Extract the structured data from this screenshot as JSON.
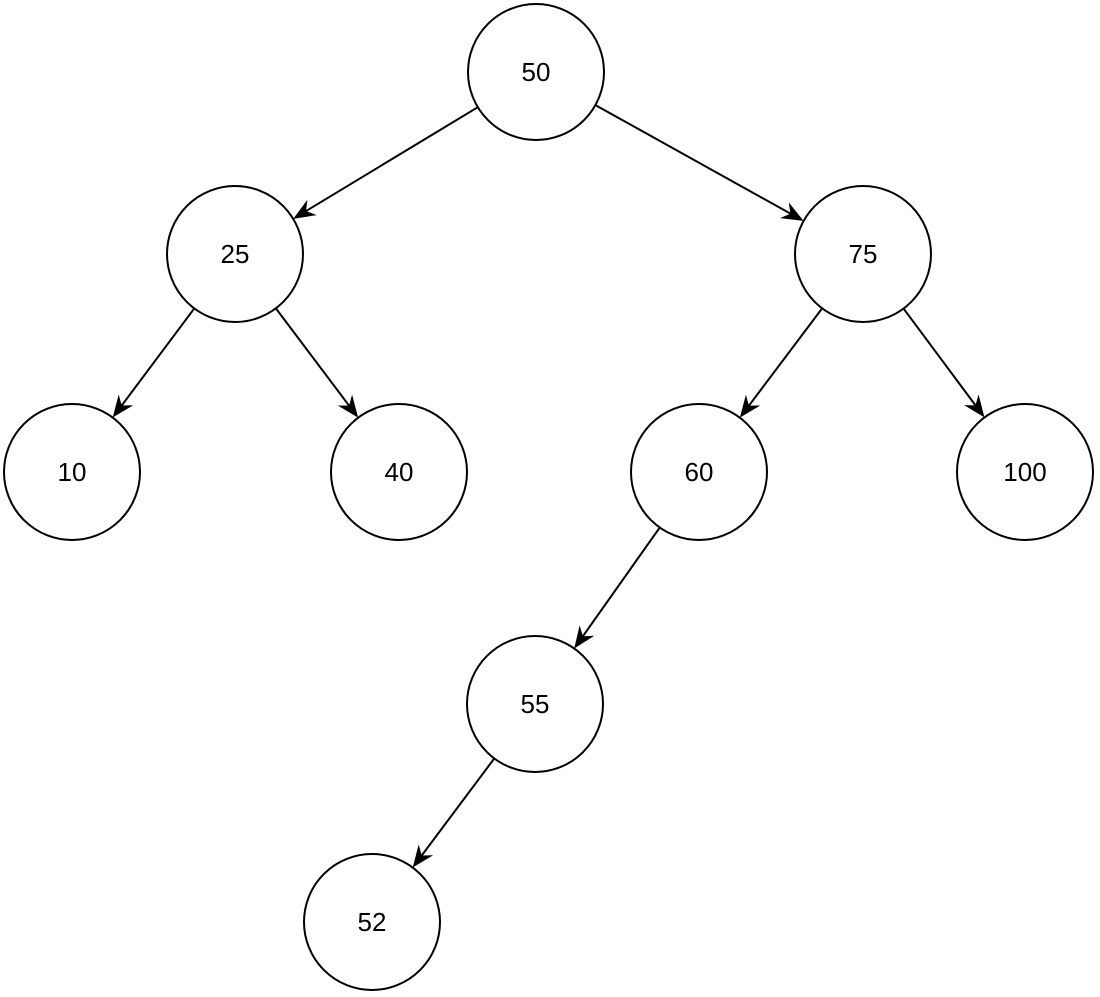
{
  "tree": {
    "nodes": [
      {
        "id": "n50",
        "label": "50"
      },
      {
        "id": "n25",
        "label": "25"
      },
      {
        "id": "n75",
        "label": "75"
      },
      {
        "id": "n10",
        "label": "10"
      },
      {
        "id": "n40",
        "label": "40"
      },
      {
        "id": "n60",
        "label": "60"
      },
      {
        "id": "n100",
        "label": "100"
      },
      {
        "id": "n55",
        "label": "55"
      },
      {
        "id": "n52",
        "label": "52"
      }
    ],
    "edges": [
      {
        "from": "n50",
        "to": "n25"
      },
      {
        "from": "n50",
        "to": "n75"
      },
      {
        "from": "n25",
        "to": "n10"
      },
      {
        "from": "n25",
        "to": "n40"
      },
      {
        "from": "n75",
        "to": "n60"
      },
      {
        "from": "n75",
        "to": "n100"
      },
      {
        "from": "n60",
        "to": "n55"
      },
      {
        "from": "n55",
        "to": "n52"
      }
    ]
  }
}
